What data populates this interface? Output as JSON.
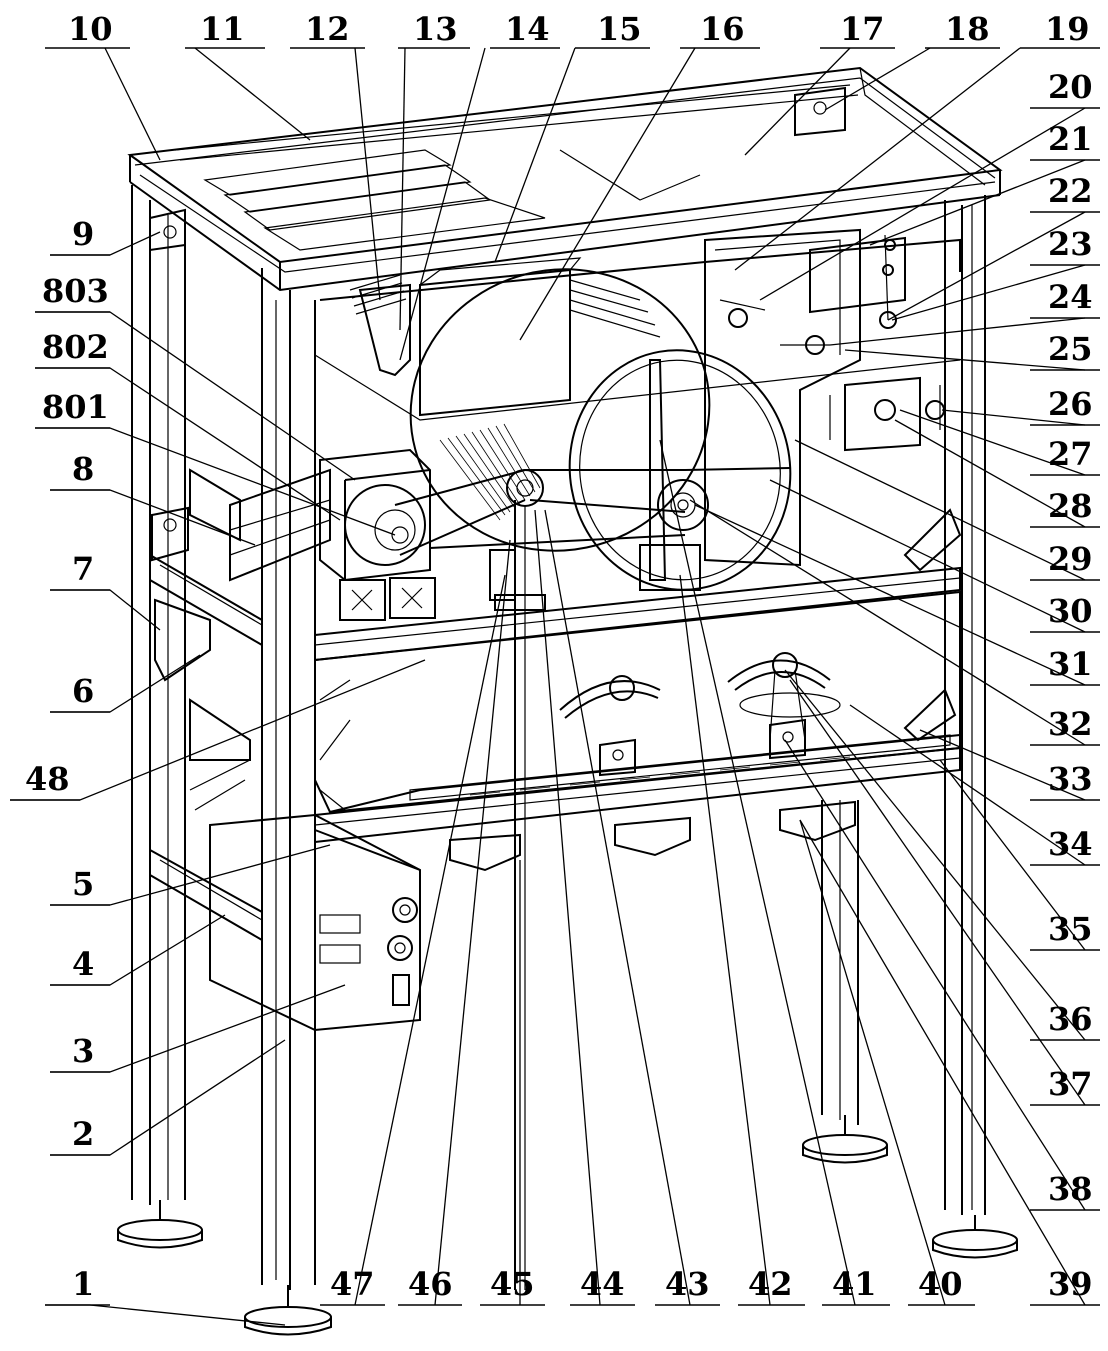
{
  "figure": {
    "labels_top": [
      "10",
      "11",
      "12",
      "13",
      "14",
      "15",
      "16",
      "17",
      "18",
      "19"
    ],
    "labels_right": [
      "20",
      "21",
      "22",
      "23",
      "24",
      "25",
      "26",
      "27",
      "28",
      "29",
      "30",
      "31",
      "32",
      "33",
      "34",
      "35",
      "36",
      "37",
      "38",
      "39"
    ],
    "labels_left": [
      "9",
      "803",
      "802",
      "801",
      "8",
      "7",
      "6",
      "48",
      "5",
      "4",
      "3",
      "2",
      "1"
    ],
    "labels_bottom": [
      "47",
      "46",
      "45",
      "44",
      "43",
      "42",
      "41",
      "40"
    ]
  }
}
